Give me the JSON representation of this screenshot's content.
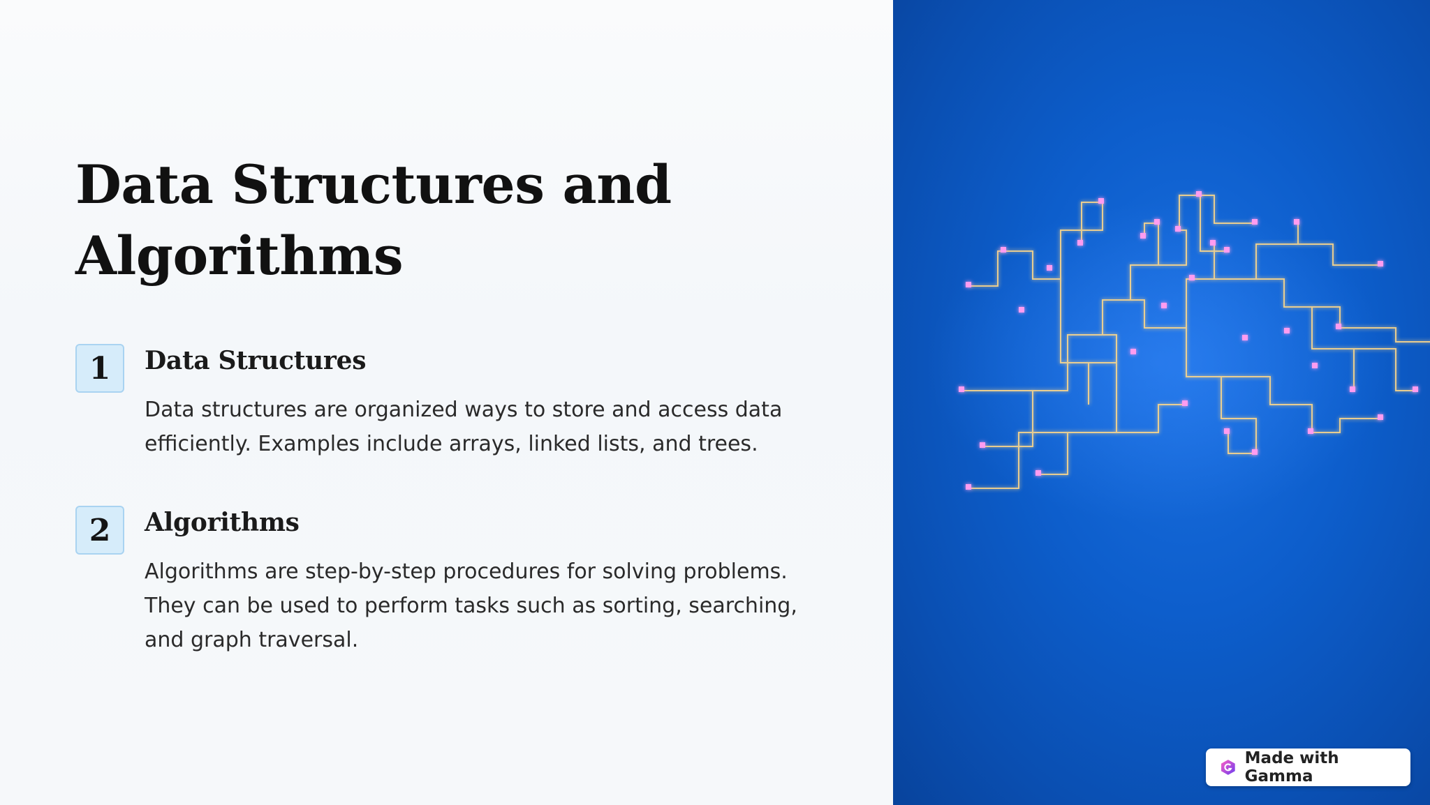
{
  "slide": {
    "title": "Data Structures and Algorithms",
    "items": [
      {
        "number": "1",
        "heading": "Data Structures",
        "text": "Data structures are organized ways to store and access data efficiently. Examples include arrays, linked lists, and trees."
      },
      {
        "number": "2",
        "heading": "Algorithms",
        "text": "Algorithms are step-by-step procedures for solving problems. They can be used to perform tasks such as sorting, searching, and graph traversal."
      }
    ]
  },
  "image": {
    "icon": "circuit-brain-network-illustration",
    "colors": {
      "background": "#0d5ecc",
      "trace": "#ffd98a",
      "node": "#ff9cf0"
    }
  },
  "badge": {
    "label": "Made with Gamma",
    "icon": "gamma-logo-icon"
  }
}
